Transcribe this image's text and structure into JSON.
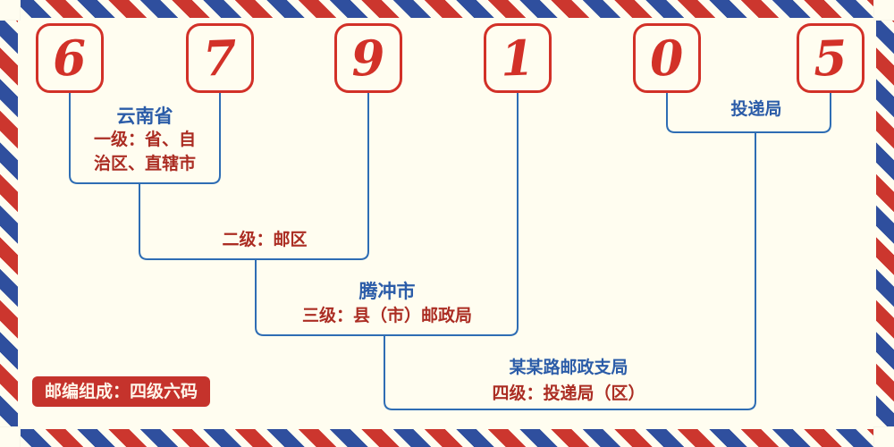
{
  "postal_code": {
    "digits": [
      "6",
      "7",
      "9",
      "1",
      "0",
      "5"
    ]
  },
  "labels": {
    "level1": {
      "place": "云南省",
      "desc": "一级：省、自治区、直辖市"
    },
    "level2": {
      "desc": "二级：邮区"
    },
    "level3": {
      "place": "腾冲市",
      "desc": "三级：县（市）邮政局"
    },
    "level4": {
      "place": "某某路邮政支局",
      "desc": "四级：投递局（区）"
    },
    "delivery": {
      "label": "投递局"
    }
  },
  "footer": {
    "badge": "邮编组成：四级六码"
  },
  "colors": {
    "background": "#fffdf0",
    "digit_red": "#d23128",
    "line_blue": "#2e6db4",
    "text_blue": "#2b5ca8",
    "text_red": "#ab2d23",
    "badge_red": "#c5332c",
    "border_red": "#cc362e",
    "border_blue": "#2f4f9e"
  }
}
